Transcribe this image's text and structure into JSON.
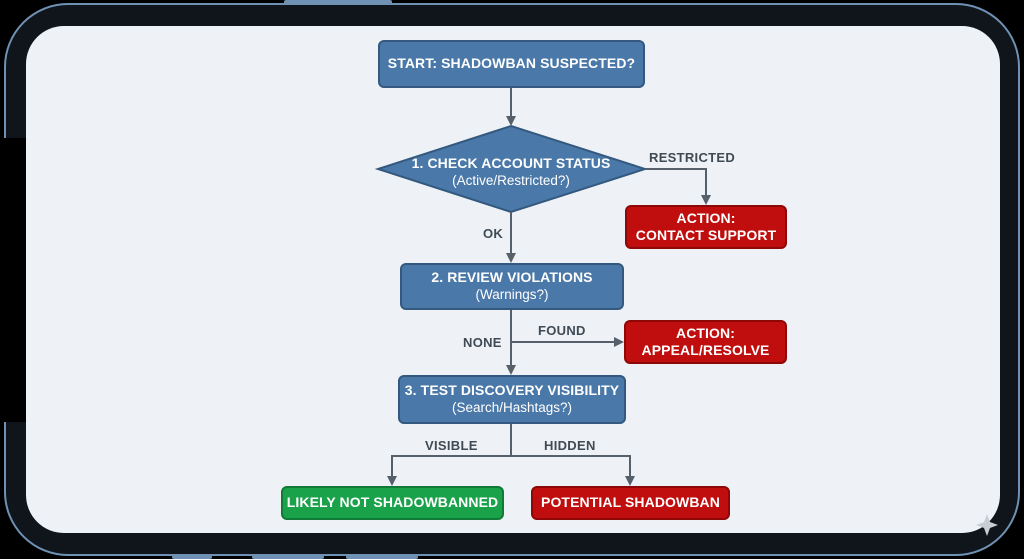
{
  "nodes": {
    "start": "START: SHADOWBAN SUSPECTED?",
    "check_status": {
      "title": "1. CHECK ACCOUNT STATUS",
      "subtitle": "(Active/Restricted?)"
    },
    "review_violations": {
      "title": "2. REVIEW VIOLATIONS",
      "subtitle": "(Warnings?)"
    },
    "test_visibility": {
      "title": "3. TEST DISCOVERY VISIBILITY",
      "subtitle": "(Search/Hashtags?)"
    },
    "contact_support": {
      "line1": "ACTION:",
      "line2": "CONTACT SUPPORT"
    },
    "appeal_resolve": {
      "line1": "ACTION:",
      "line2": "APPEAL/RESOLVE"
    },
    "likely_not": "LIKELY NOT SHADOWBANNED",
    "potential": "POTENTIAL SHADOWBAN"
  },
  "edges": {
    "restricted": "RESTRICTED",
    "ok": "OK",
    "found": "FOUND",
    "none": "NONE",
    "visible": "VISIBLE",
    "hidden": "HIDDEN"
  },
  "colors": {
    "process": "#4a78a8",
    "action": "#c00d0d",
    "outcome_safe": "#19a24a",
    "arrow": "#55606b",
    "background": "#eef2f6"
  },
  "icons": {
    "corner": "sparkle-icon"
  }
}
